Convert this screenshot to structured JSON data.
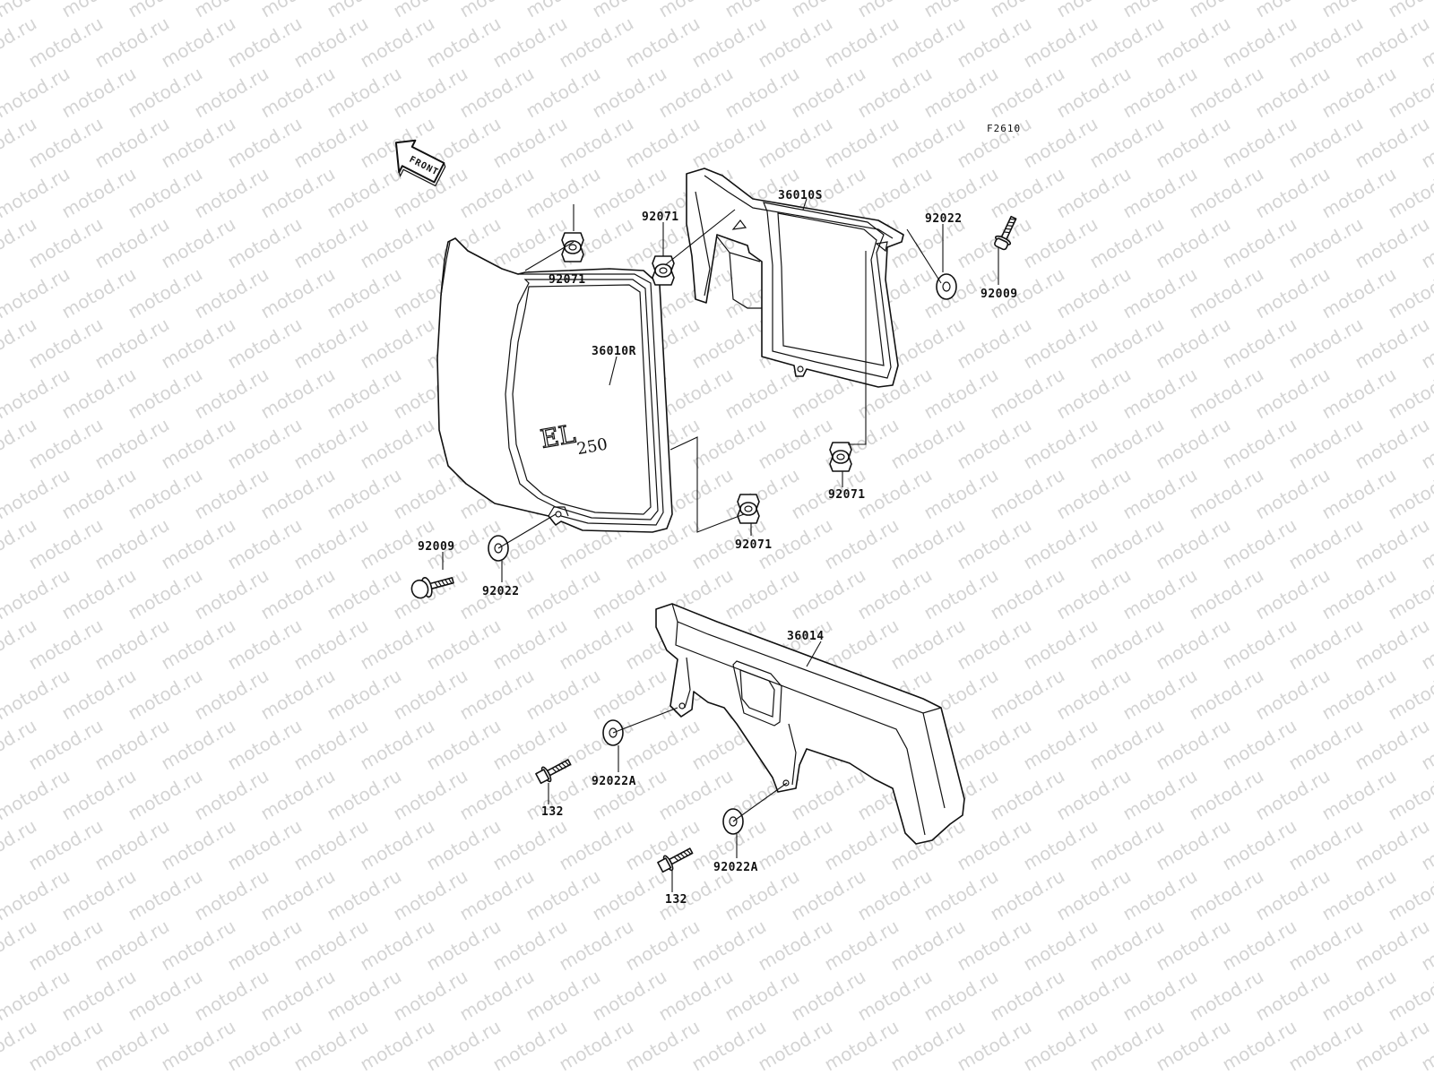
{
  "diagram_code": "F2610",
  "front_arrow_label": "FRONT",
  "emblem_text": {
    "letters": "EL",
    "number": "250"
  },
  "watermark_text": "motod.ru",
  "parts": [
    {
      "id": "p-36010s",
      "number": "36010S"
    },
    {
      "id": "p-36010r",
      "number": "36010R"
    },
    {
      "id": "p-36014",
      "number": "36014"
    },
    {
      "id": "p-92071-a",
      "number": "92071"
    },
    {
      "id": "p-92071-b",
      "number": "92071"
    },
    {
      "id": "p-92071-c",
      "number": "92071"
    },
    {
      "id": "p-92071-d",
      "number": "92071"
    },
    {
      "id": "p-92022-a",
      "number": "92022"
    },
    {
      "id": "p-92022-b",
      "number": "92022"
    },
    {
      "id": "p-92009-a",
      "number": "92009"
    },
    {
      "id": "p-92009-b",
      "number": "92009"
    },
    {
      "id": "p-92022a-a",
      "number": "92022A"
    },
    {
      "id": "p-92022a-b",
      "number": "92022A"
    },
    {
      "id": "p-132-a",
      "number": "132"
    },
    {
      "id": "p-132-b",
      "number": "132"
    }
  ]
}
